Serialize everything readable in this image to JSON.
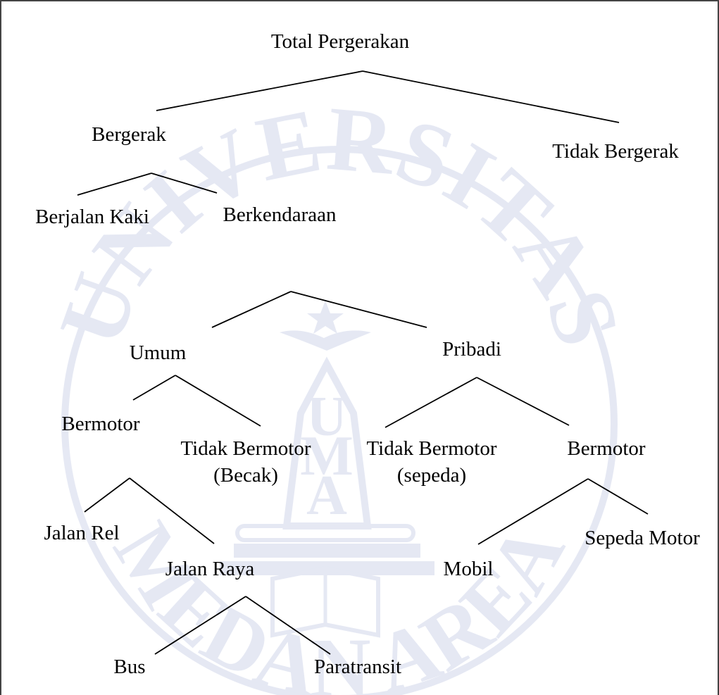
{
  "diagram": {
    "nodes": {
      "total": "Total Pergerakan",
      "bergerak": "Bergerak",
      "tidak_bergerak": "Tidak Bergerak",
      "berjalan_kaki": "Berjalan Kaki",
      "berkendaraan": "Berkendaraan",
      "umum": "Umum",
      "pribadi": "Pribadi",
      "umum_bermotor": "Bermotor",
      "umum_tidak_bermotor": "Tidak Bermotor",
      "umum_tidak_bermotor_sub": "(Becak)",
      "pribadi_tidak_bermotor": "Tidak Bermotor",
      "pribadi_tidak_bermotor_sub": "(sepeda)",
      "pribadi_bermotor": "Bermotor",
      "jalan_rel": "Jalan Rel",
      "jalan_raya": "Jalan Raya",
      "mobil": "Mobil",
      "sepeda_motor": "Sepeda Motor",
      "bus": "Bus",
      "paratransit": "Paratransit"
    }
  },
  "watermark": {
    "top_text": "UNIVERSITAS",
    "bottom_text": "MEDAN AREA",
    "letters": [
      "U",
      "M",
      "A"
    ],
    "color": "#1a3a9c"
  }
}
